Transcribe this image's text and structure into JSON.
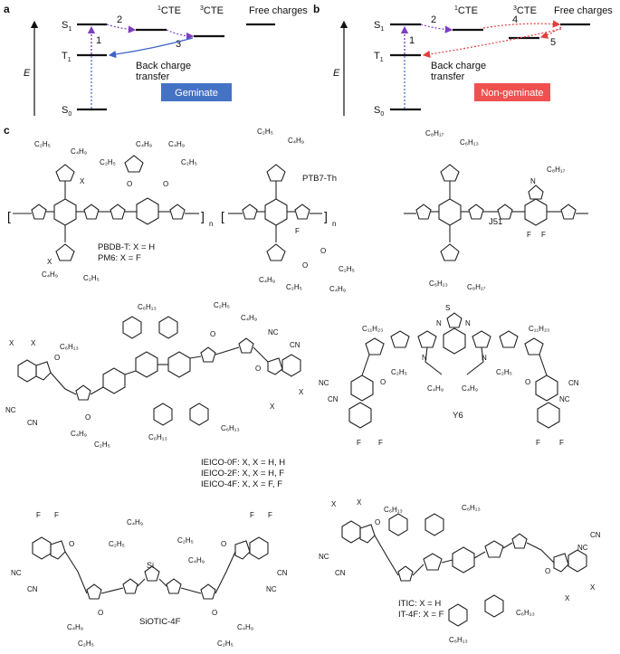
{
  "panels": {
    "a": {
      "letter": "a",
      "levels": {
        "s1": "S",
        "s1_sub": "1",
        "t1": "T",
        "t1_sub": "1",
        "s0": "S",
        "s0_sub": "0"
      },
      "headers": {
        "cte1_sup": "1",
        "cte1": "CTE",
        "cte3_sup": "3",
        "cte3": "CTE",
        "free": "Free charges"
      },
      "axis": "E",
      "steps": [
        "1",
        "2",
        "3"
      ],
      "back_transfer": [
        "Back charge",
        "transfer"
      ],
      "badge": {
        "text": "Geminate",
        "color": "#4472c4"
      }
    },
    "b": {
      "letter": "b",
      "levels": {
        "s1": "S",
        "s1_sub": "1",
        "t1": "T",
        "t1_sub": "1",
        "s0": "S",
        "s0_sub": "0"
      },
      "headers": {
        "cte1_sup": "1",
        "cte1": "CTE",
        "cte3_sup": "3",
        "cte3": "CTE",
        "free": "Free charges"
      },
      "axis": "E",
      "steps": [
        "1",
        "2",
        "4",
        "5"
      ],
      "back_transfer": [
        "Back charge",
        "transfer"
      ],
      "badge": {
        "text": "Non-geminate",
        "color": "#f05050"
      }
    },
    "c": {
      "letter": "c"
    }
  },
  "colors": {
    "purple": "#7b3fbf",
    "blue": "#3f64c8",
    "red": "#e04040"
  },
  "molecules": {
    "pbdb": {
      "caption1": "PBDB-T: X = H",
      "caption2": "PM6: X = F",
      "x": "X",
      "subscript_n": "n",
      "chains": [
        "C₂H₅",
        "C₄H₉",
        "C₂H₅",
        "C₄H₉",
        "C₄H₉",
        "C₂H₅",
        "C₄H₉",
        "C₂H₅"
      ],
      "o": "O"
    },
    "ptb7": {
      "name": "PTB7-Th",
      "subscript_n": "n",
      "chains": [
        "C₂H₅",
        "C₄H₉",
        "C₄H₉",
        "C₂H₅",
        "C₂H₅",
        "C₄H₉"
      ],
      "f": "F",
      "o": "O"
    },
    "j51": {
      "name": "J51",
      "chains": [
        "C₈H₁₇",
        "C₆H₁₃",
        "C₆H₁₃",
        "C₈H₁₇",
        "C₈H₁₇"
      ],
      "n": "N",
      "f": "F"
    },
    "ieico": {
      "caption1": "IEICO-0F: X, X = H, H",
      "caption2": "IEICO-2F: X, X = H, F",
      "caption3": "IEICO-4F: X, X = F, F",
      "chains": [
        "C₆H₁₃",
        "C₆H₁₃",
        "C₆H₁₃",
        "C₆H₁₃",
        "C₂H₅",
        "C₄H₉",
        "C₄H₉",
        "C₂H₅"
      ],
      "x": "X",
      "nc": "NC",
      "cn": "CN",
      "o": "O"
    },
    "y6": {
      "name": "Y6",
      "chains": [
        "C₁₁H₂₃",
        "C₁₁H₂₃",
        "C₂H₅",
        "C₄H₉",
        "C₄H₉",
        "C₂H₅"
      ],
      "n": "N",
      "s": "S",
      "nc": "NC",
      "cn": "CN",
      "f": "F",
      "o": "O"
    },
    "siotic": {
      "name": "SiOTIC-4F",
      "chains": [
        "C₄H₉",
        "C₂H₅",
        "C₂H₅",
        "C₄H₉",
        "C₄H₉",
        "C₂H₅",
        "C₂H₅",
        "C₄H₉"
      ],
      "si": "Si",
      "f": "F",
      "nc": "NC",
      "cn": "CN",
      "o": "O"
    },
    "itic": {
      "caption1": "ITIC: X = H",
      "caption2": "IT-4F: X = F",
      "chains": [
        "C₆H₁₃",
        "C₆H₁₃",
        "C₆H₁₃",
        "C₆H₁₃"
      ],
      "x": "X",
      "nc": "NC",
      "cn": "CN",
      "o": "O"
    }
  }
}
